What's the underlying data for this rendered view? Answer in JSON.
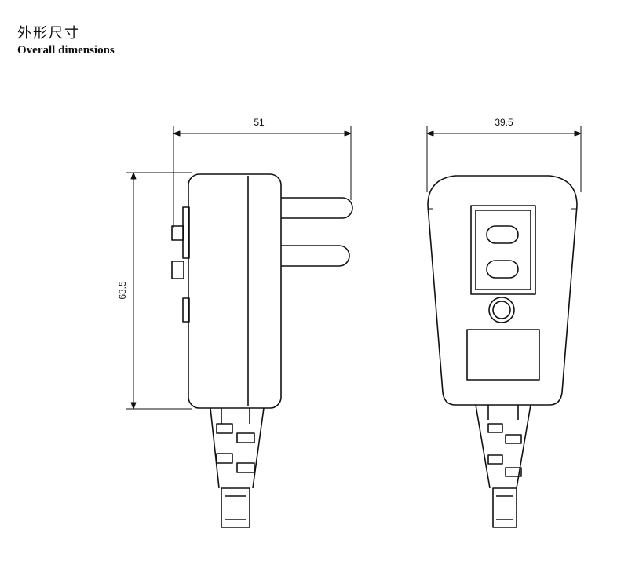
{
  "header": {
    "title_zh": "外形尺寸",
    "title_en": "Overall dimensions"
  },
  "dimensions": {
    "side_width": "51",
    "side_height": "63.5",
    "front_width": "39.5"
  }
}
